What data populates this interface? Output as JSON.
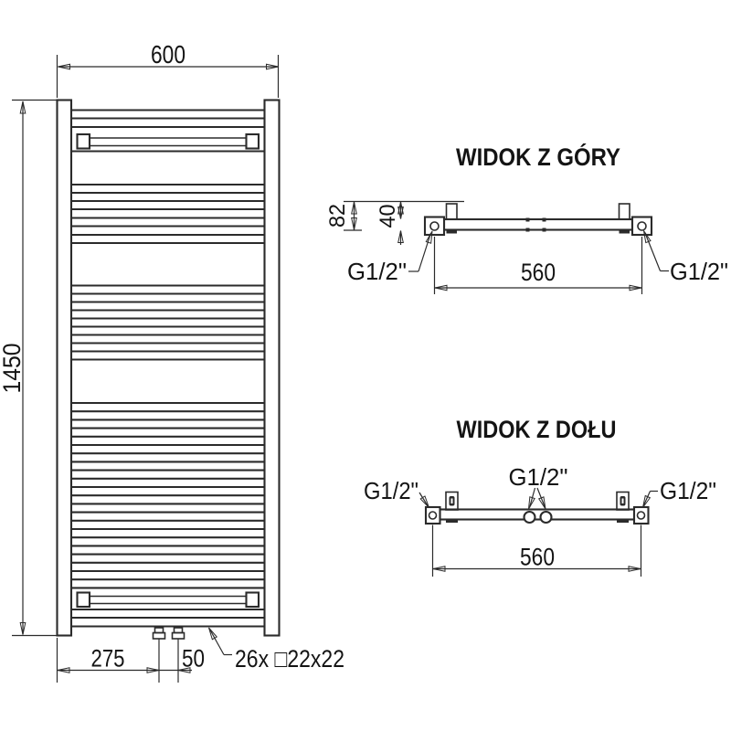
{
  "front_view": {
    "dim_width": "600",
    "dim_height": "1450",
    "dim_valve_offset": "275",
    "dim_valve_spacing": "50",
    "tube_note": "26x □22x22",
    "tube_line_ys": [
      120.5,
      129.5,
      139,
      165.5,
      202,
      211,
      220,
      229,
      238.5,
      247.5,
      257,
      266,
      312.5,
      321.5,
      330.5,
      339.5,
      348.5,
      357.5,
      366.5,
      375.5,
      384.5,
      393.5,
      441,
      450.2,
      459.4,
      468.6,
      477.8,
      487,
      496.2,
      505.4,
      514.6,
      523.8,
      533,
      542.2,
      551.4,
      560.6,
      569.8,
      579,
      588.2,
      597.4,
      606.6,
      615.8,
      625,
      634.2,
      643.4,
      667,
      676,
      685.5
    ]
  },
  "top_view": {
    "title": "WIDOK Z GÓRY",
    "dim_depth": "82",
    "dim_wall": "40",
    "dim_connections": "560",
    "conn_left": "G1/2\"",
    "conn_right": "G1/2\""
  },
  "bottom_view": {
    "title": "WIDOK Z DOŁU",
    "dim_connections": "560",
    "conn_left": "G1/2\"",
    "conn_center": "G1/2\"",
    "conn_right": "G1/2\""
  },
  "colors": {
    "line": "#2b2b2b",
    "text": "#141414",
    "background": "#ffffff"
  }
}
